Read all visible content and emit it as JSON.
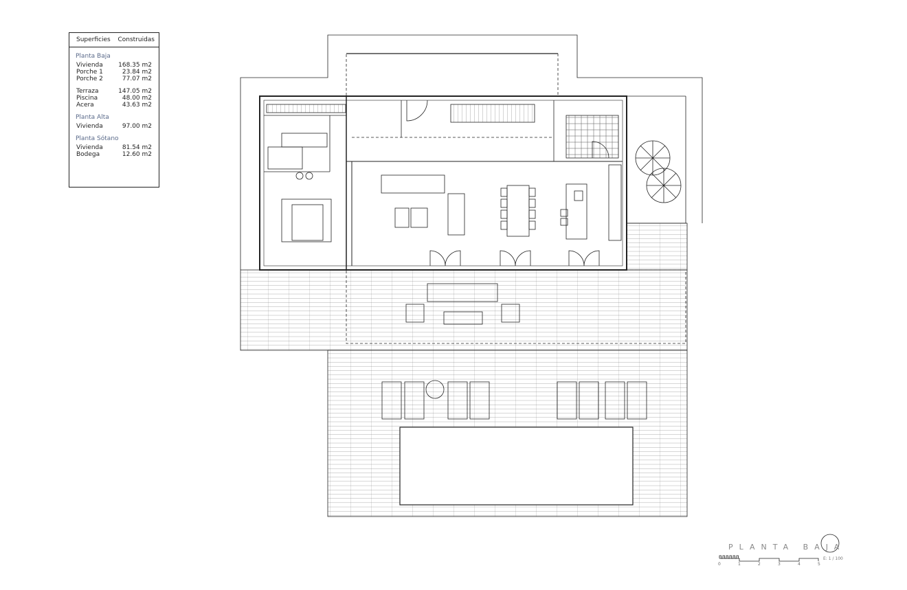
{
  "table": {
    "header": [
      "Superficies",
      "Construidas"
    ],
    "sections": [
      {
        "name": "Planta Baja",
        "groups": [
          [
            [
              "Vivienda",
              "168.35 m2"
            ],
            [
              "Porche 1",
              "23.84 m2"
            ],
            [
              "Porche 2",
              "77.07 m2"
            ]
          ],
          [
            [
              "Terraza",
              "147.05 m2"
            ],
            [
              "Piscina",
              "48.00 m2"
            ],
            [
              "Acera",
              "43.63 m2"
            ]
          ]
        ]
      },
      {
        "name": "Planta Alta",
        "groups": [
          [
            [
              "Vivienda",
              "97.00 m2"
            ]
          ]
        ]
      },
      {
        "name": "Planta Sótano",
        "groups": [
          [
            [
              "Vivienda",
              "81.54 m2"
            ],
            [
              "Bodega",
              "12.60 m2"
            ]
          ]
        ]
      }
    ]
  },
  "title": "PLANTA BAJA",
  "scale": {
    "label": "E: 1 / 100",
    "ticks": [
      "0",
      "1",
      "2",
      "3",
      "4",
      "5"
    ]
  }
}
